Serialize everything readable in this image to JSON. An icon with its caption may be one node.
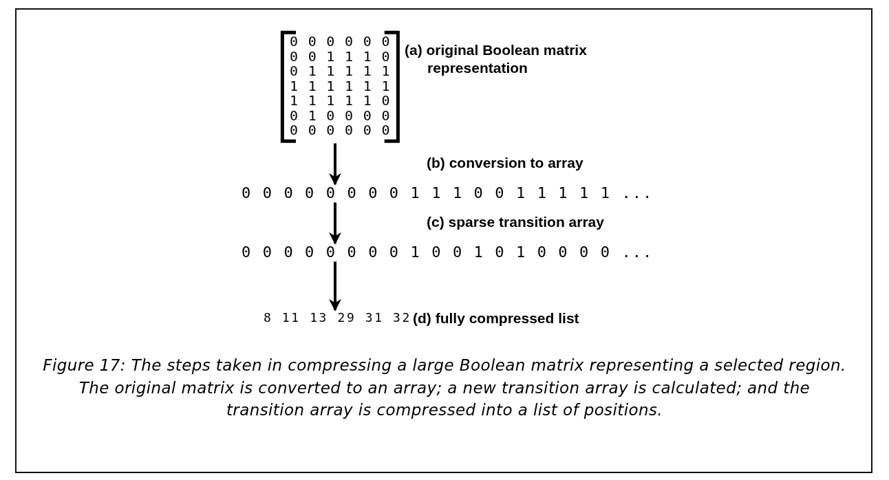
{
  "diagram": {
    "caption": "Figure 17: The steps taken in compressing a large Boolean matrix representing a selected region.  The original matrix is converted to an array; a new transition array is calculated; and the transition array is compressed into a list of positions.",
    "nodes": [
      {
        "text": [
          "0 0 0 0 0 0",
          "0 0 1 1 1 0",
          "0 1 1 1 1 1",
          "1 1 1 1 1 1",
          "1 1 1 1 1 0",
          "0 1 0 0 0 0",
          "0 0 0 0 0 0"
        ]
      },
      {
        "text": [
          "0 0 0 0 0 0 0 0 1 1 1 0 0 1 1 1 1 1 ..."
        ]
      },
      {
        "text": [
          "0 0 0 0 0 0 0 0 1 0 0 1 0 1 0 0 0 0 ..."
        ]
      },
      {
        "text": [
          "8 11 13 29 31 32"
        ]
      }
    ],
    "edges": [
      {
        "from": 0,
        "to": 1,
        "arrow": "to"
      },
      {
        "from": 1,
        "to": 2,
        "arrow": "to"
      },
      {
        "from": 2,
        "to": 3,
        "arrow": "to"
      }
    ],
    "labels": [
      "(a) original Boolean matrix representation",
      "(b) conversion to array",
      "(c) sparse transition array",
      "(d) fully compressed list"
    ]
  }
}
